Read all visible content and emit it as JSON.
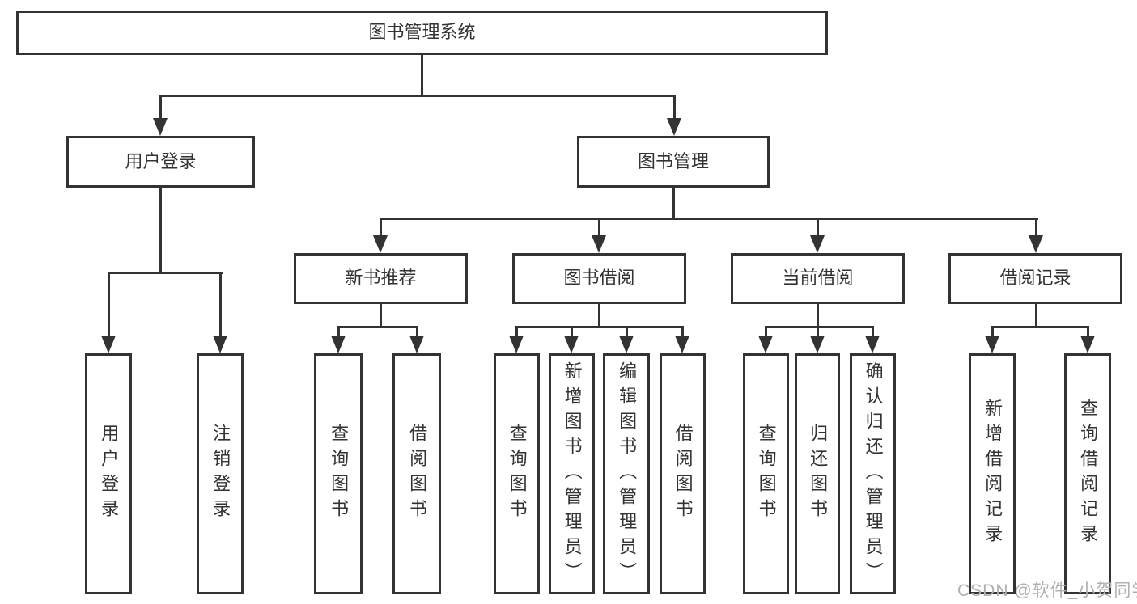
{
  "tree": {
    "root": "图书管理系统",
    "branches": [
      {
        "label": "用户登录",
        "leaves": [
          "用户登录",
          "注销登录"
        ]
      },
      {
        "label": "图书管理",
        "groups": [
          {
            "label": "新书推荐",
            "leaves": [
              "查询图书",
              "借阅图书"
            ]
          },
          {
            "label": "图书借阅",
            "leaves": [
              "查询图书",
              "新增图书（管理员）",
              "编辑图书（管理员）",
              "借阅图书"
            ]
          },
          {
            "label": "当前借阅",
            "leaves": [
              "查询图书",
              "归还图书",
              "确认归还（管理员）"
            ]
          },
          {
            "label": "借阅记录",
            "leaves": [
              "新增借阅记录",
              "查询借阅记录"
            ]
          }
        ]
      }
    ]
  },
  "watermark": "CSDN @软件_小贺同学",
  "colors": {
    "line": "#333333",
    "text": "#333333",
    "watermark": "#b0b0b0",
    "background": "#ffffff"
  }
}
